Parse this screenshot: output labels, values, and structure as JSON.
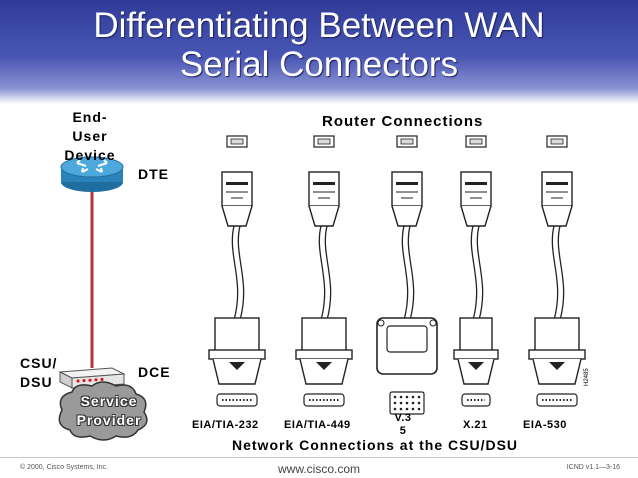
{
  "title": {
    "line1": "Differentiating Between WAN",
    "line2": "Serial Connectors"
  },
  "labels": {
    "end_user_line1": "End-",
    "end_user_line2": "User",
    "end_user_line3": "Device",
    "dte": "DTE",
    "dce": "DCE",
    "csu_line1": "CSU/",
    "csu_line2": "DSU",
    "service_line1": "Service",
    "service_line2": "Provider",
    "router_connections": "Router Connections",
    "network_connections": "Network Connections at the CSU/DSU"
  },
  "connectors": [
    {
      "name": "EIA/TIA-232"
    },
    {
      "name": "EIA/TIA-449"
    },
    {
      "name": "V.3 5"
    },
    {
      "name": "X.21"
    },
    {
      "name": "EIA-530"
    }
  ],
  "footer": {
    "copyright": "© 2000, Cisco Systems, Inc.",
    "url": "www.cisco.com",
    "course": "ICND v1.1—3-16",
    "side_code": "H2485"
  },
  "colors": {
    "header": "#3b47a8",
    "link_line": "#c0303a",
    "router": "#3a93c8",
    "led": "#d21e1e"
  }
}
